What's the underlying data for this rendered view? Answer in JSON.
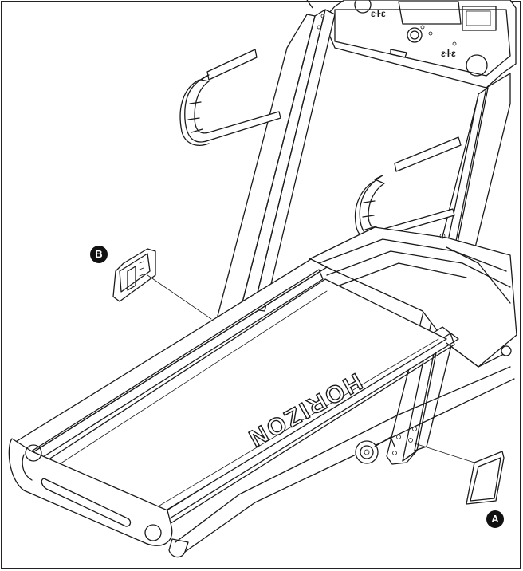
{
  "diagram": {
    "brand_text": "HORIZON",
    "console_logo_left": "ε·l·ε",
    "console_logo_right": "ε·l·ε",
    "callouts": [
      {
        "id": "A",
        "label": "A"
      },
      {
        "id": "B",
        "label": "B"
      }
    ]
  }
}
